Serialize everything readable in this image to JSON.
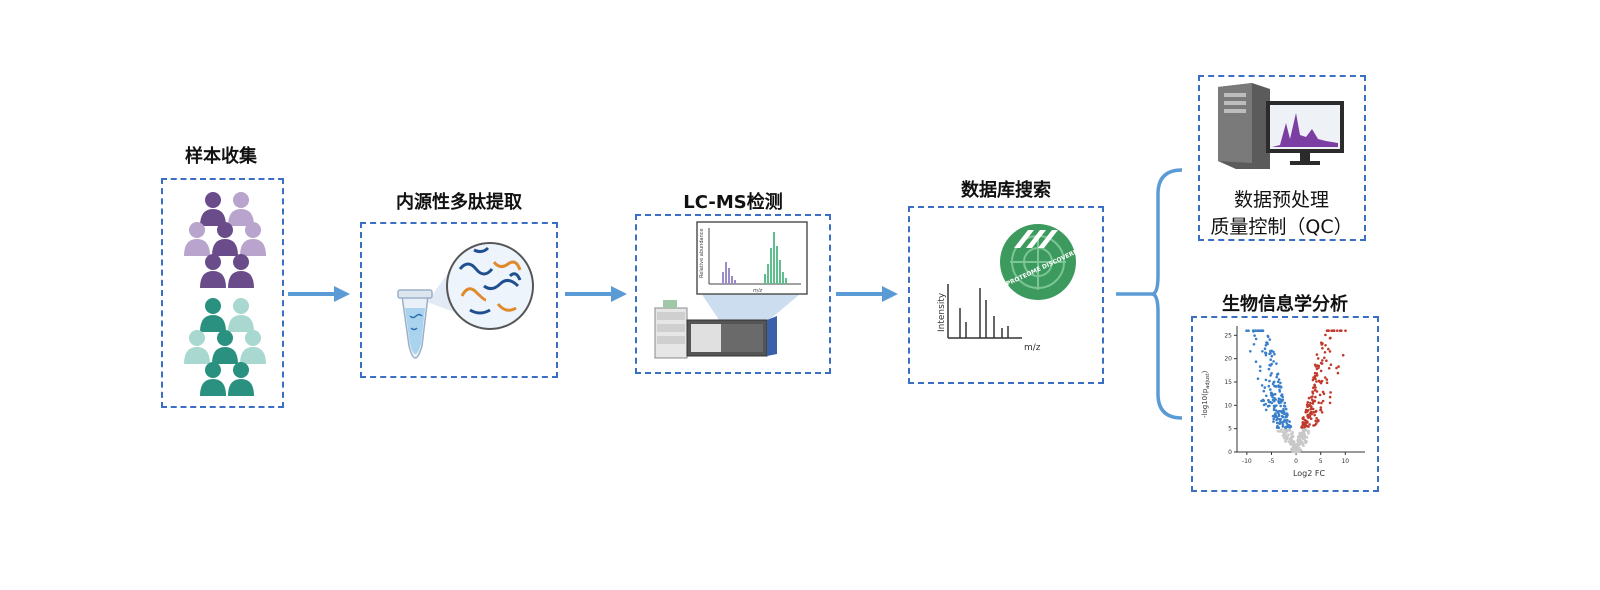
{
  "steps": {
    "sample_collection": "样本收集",
    "peptide_extraction": "内源性多肽提取",
    "lcms": "LC-MS检测",
    "db_search": "数据库搜索",
    "bioinformatics": "生物信息学分析"
  },
  "qc": {
    "line1": "数据预处理",
    "line2": "质量控制（QC）"
  },
  "spectrum_inset": {
    "ylabel": "Relative abundance",
    "xlabel": "m/z"
  },
  "db_spectrum": {
    "ylabel": "Intensity",
    "xlabel": "m/z",
    "logo_text": "PROTEOME DISCOVERER"
  },
  "volcano": {
    "xlabel": "Log2 FC",
    "ylabel": "-log10(p",
    "ylabel_sub": "adjust",
    "ylabel_end": ")",
    "yticks": [
      "0",
      "5",
      "10",
      "15",
      "20",
      "25"
    ],
    "xticks": [
      "-10",
      "-5",
      "0",
      "5",
      "10"
    ]
  },
  "colors": {
    "box_border": "#3a6fc4",
    "arrow": "#5b9bd5",
    "purple": "#6b4c8a",
    "purple_light": "#b8a4cc",
    "teal": "#2a9080",
    "teal_light": "#a8d8cf",
    "volcano_up": "#c0392b",
    "volcano_down": "#3a7fc9",
    "volcano_ns": "#c8c8c8"
  }
}
